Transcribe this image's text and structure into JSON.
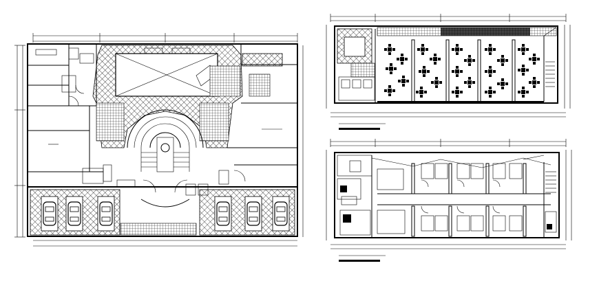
{
  "drawing": {
    "plans": [
      {
        "id": "plan-left",
        "kind": "floor-plan"
      },
      {
        "id": "plan-top-right",
        "kind": "floor-plan"
      },
      {
        "id": "plan-bottom-right",
        "kind": "floor-plan"
      }
    ],
    "colors": {
      "ink": "#000000",
      "paper": "#ffffff"
    }
  }
}
